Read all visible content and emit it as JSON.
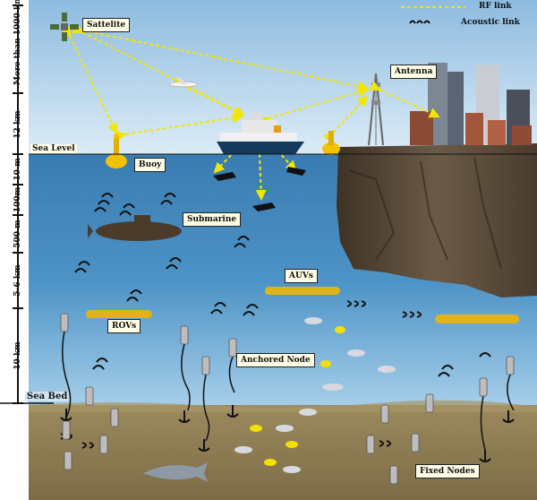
{
  "legend": {
    "rf_label": "RF link",
    "acoustic_label": "Acoustic link"
  },
  "labels": {
    "satellite": "Sattelite",
    "antenna": "Antenna",
    "buoy": "Buoy",
    "submarine": "Submarine",
    "auvs": "AUVs",
    "rovs": "ROVs",
    "anchored_node": "Anchored Node",
    "fixed_nodes": "Fixed Nodes"
  },
  "scale": {
    "sea_level": "Sea Level",
    "sea_bed": "Sea Bed",
    "segments": [
      "More than 1000 km",
      "12 km",
      "10 m",
      "100m",
      "500 m",
      "5-6 km",
      "10 km"
    ]
  },
  "colors": {
    "sky": "#a9cfe8",
    "ocean_top": "#3b7fb5",
    "ocean_bottom": "#8fc0e0",
    "seabed": "#8b7a52",
    "rf_link": "#f2e600",
    "cliff": "#5a4a3a"
  }
}
